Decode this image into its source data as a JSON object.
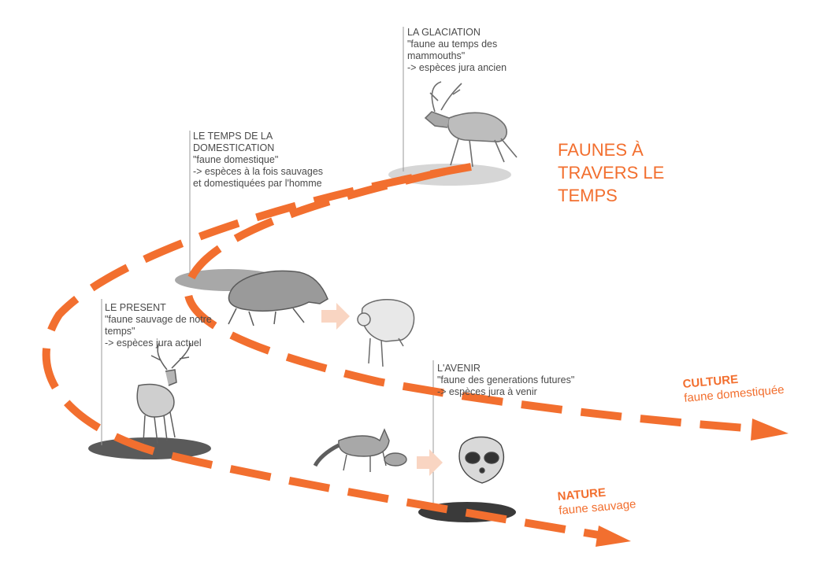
{
  "title": {
    "lines": [
      "FAUNES À",
      "TRAVERS LE",
      "TEMPS"
    ]
  },
  "stages": {
    "glaciation": {
      "title": "LA GLACIATION",
      "lines": [
        "\"faune au temps des",
        "mammouths\"",
        "-> espèces jura ancien"
      ],
      "icon": "reindeer-icon"
    },
    "domestication": {
      "title": "LE TEMPS DE LA",
      "title2": "DOMESTICATION",
      "lines": [
        "\"faune domestique\"",
        "-> espèces à la fois sauvages",
        "et domestiquées par l'homme"
      ],
      "icons": [
        "wild-boar-icon",
        "pig-icon"
      ]
    },
    "present": {
      "title": "LE PRESENT",
      "lines": [
        "\"faune sauvage de notre",
        "temps\"",
        "-> espèces jura actuel"
      ],
      "icon": "deer-icon"
    },
    "future": {
      "title": "L'AVENIR",
      "lines": [
        "\"faune des generations futures\"",
        "-> espèces jura à venir"
      ],
      "icons": [
        "fox-icon",
        "raccoon-dog-icon"
      ]
    }
  },
  "endpoints": {
    "culture": {
      "strong": "CULTURE",
      "sub": "faune domestiquée"
    },
    "nature": {
      "strong": "NATURE",
      "sub": "faune sauvage"
    }
  },
  "colors": {
    "accent": "#f26f2f",
    "text": "#4a4a4a",
    "arrow_pale": "#f9d5c2",
    "shadow_light": "#d4d4d4",
    "shadow_mid": "#8c8c8c",
    "shadow_dark": "#4f4f4f"
  }
}
